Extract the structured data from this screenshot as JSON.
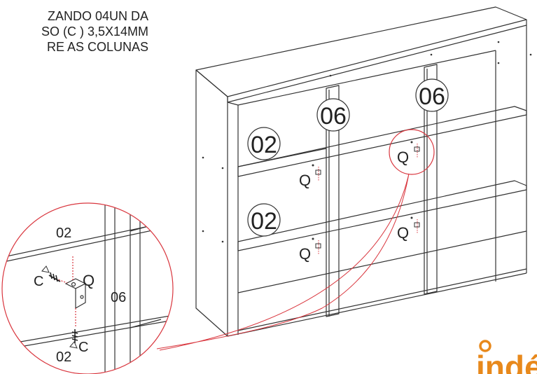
{
  "instructions": {
    "line1": "ZANDO 04UN DA",
    "line2": "SO (C ) 3,5X14MM",
    "line3": "RE AS COLUNAS"
  },
  "callouts": {
    "shelf_top": "02",
    "shelf_bottom": "02",
    "column_left": "06",
    "column_right": "06"
  },
  "hardware": {
    "bracket": "Q",
    "screw": "C"
  },
  "detail": {
    "shelf_top": "02",
    "shelf_bottom": "02",
    "column": "06",
    "bracket": "Q",
    "screw_top": "C",
    "screw_bottom": "C"
  },
  "brand": {
    "text": "indé",
    "color": "#e8891c"
  },
  "colors": {
    "line": "#333333",
    "callout_red": "#d9363e"
  }
}
